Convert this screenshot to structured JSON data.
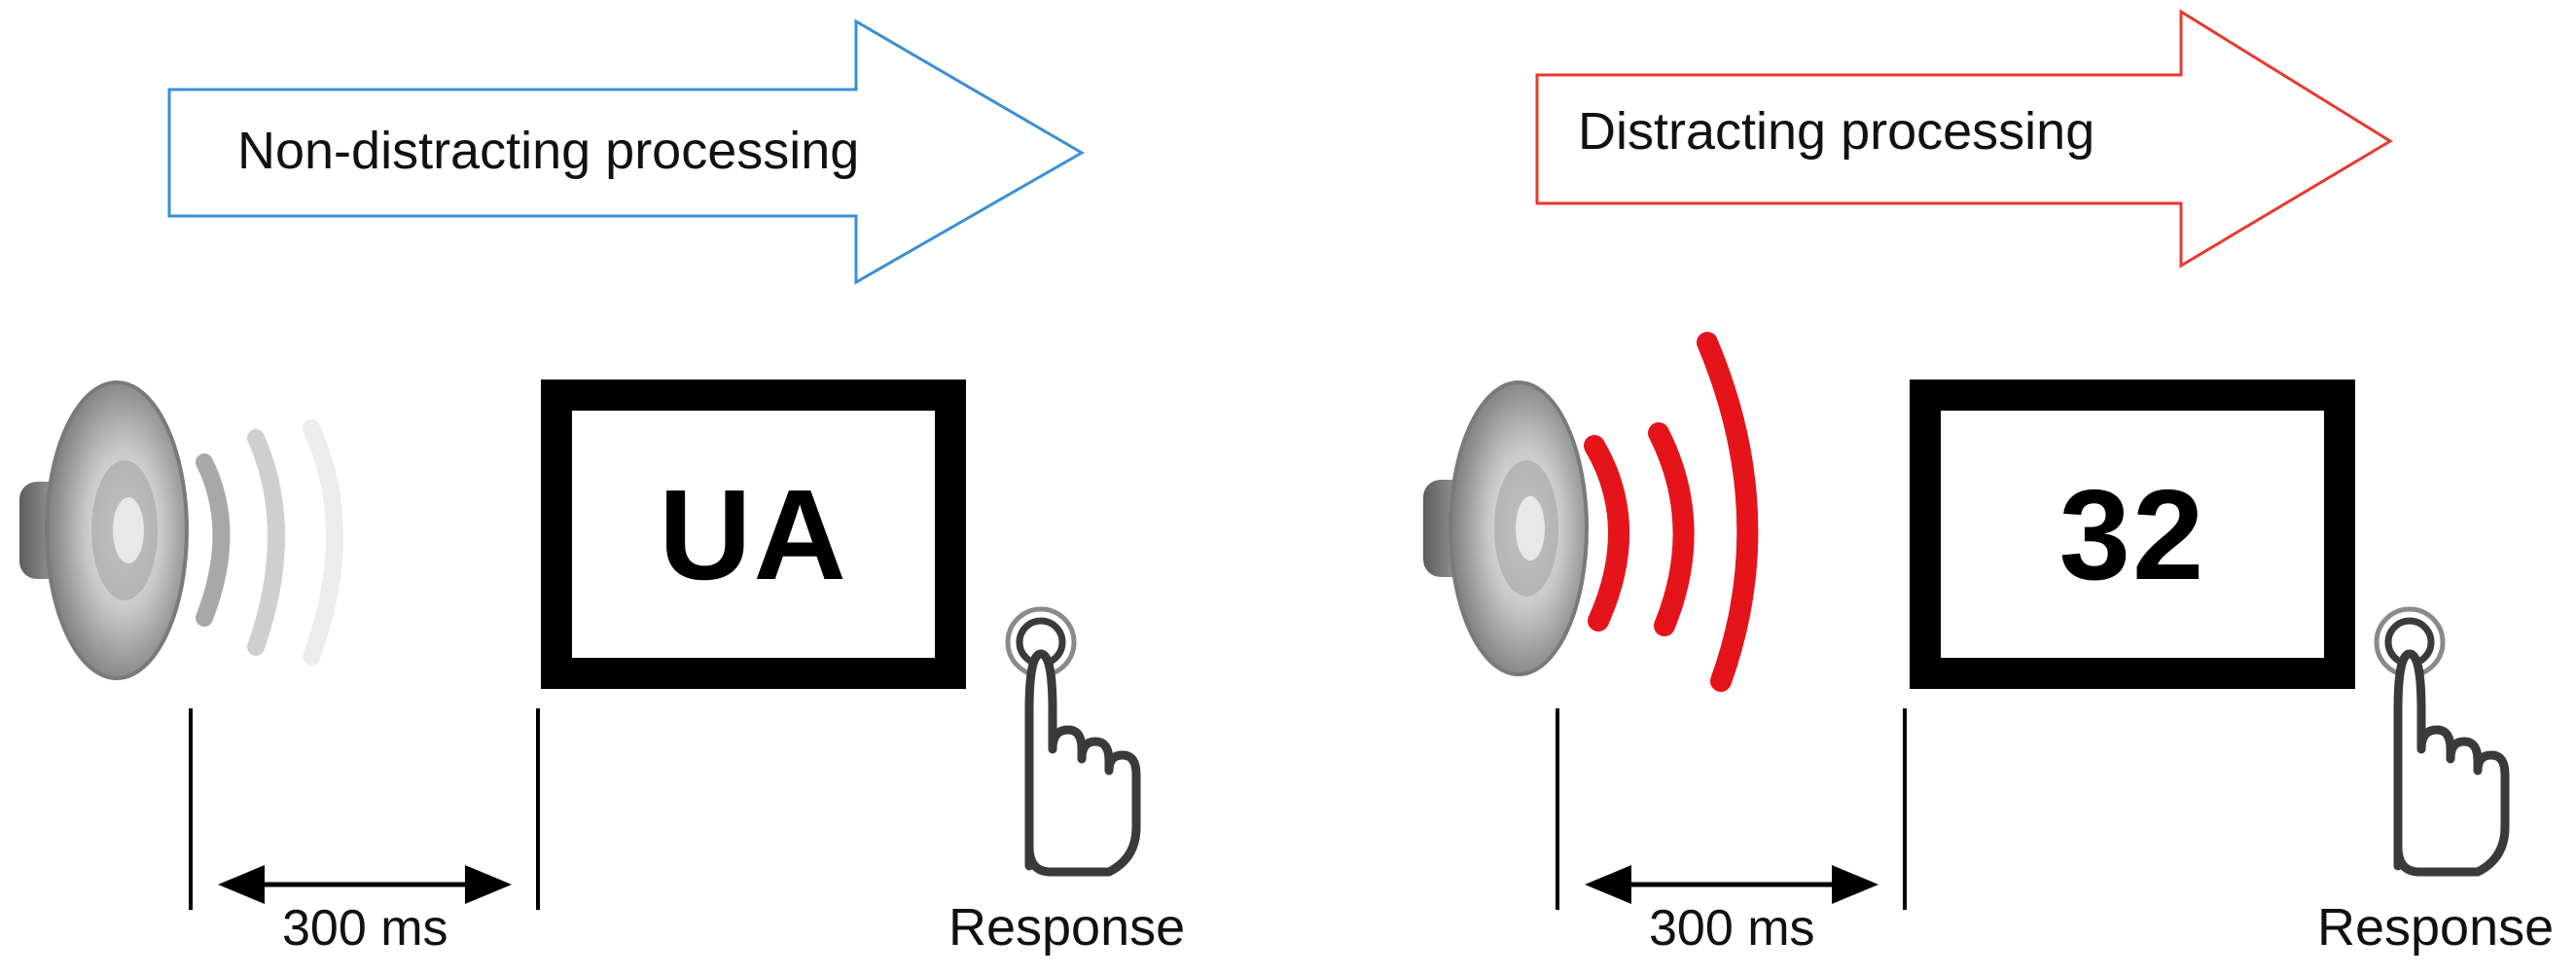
{
  "conditions": [
    {
      "arrow_label": "Non-distracting processing",
      "arrow_color": "#3b8fd6",
      "screen_text": "UA",
      "duration_label": "300 ms",
      "response_label": "Response",
      "wave_color": "#b5b5b5",
      "speaker_icon": "speaker-icon",
      "hand_icon": "pointing-hand-icon"
    },
    {
      "arrow_label": "Distracting processing",
      "arrow_color": "#e8392e",
      "screen_text": "32",
      "duration_label": "300 ms",
      "response_label": "Response",
      "wave_color": "#e5141b",
      "speaker_icon": "speaker-icon",
      "hand_icon": "pointing-hand-icon"
    }
  ]
}
